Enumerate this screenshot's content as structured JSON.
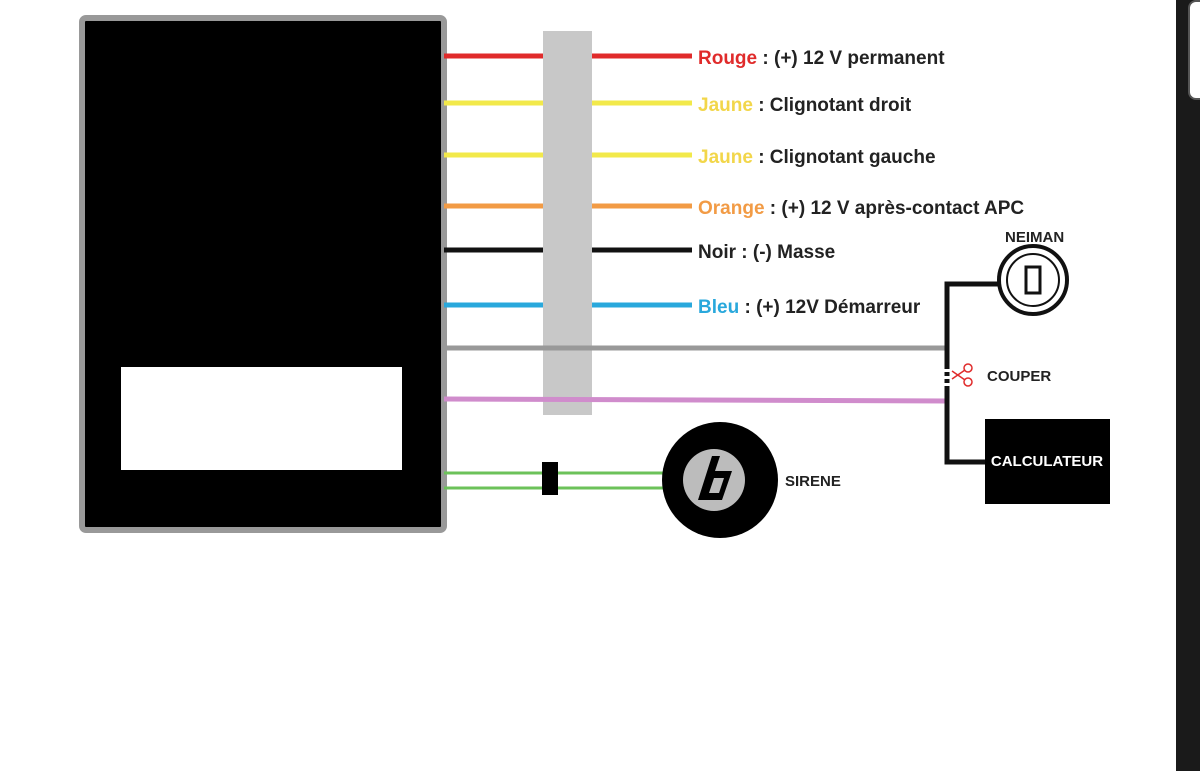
{
  "wires": [
    {
      "color_name": "Rouge",
      "description": " : (+) 12 V permanent",
      "color": "#e02b2b"
    },
    {
      "color_name": "Jaune",
      "description": " : Clignotant droit",
      "color": "#f2e94a"
    },
    {
      "color_name": "Jaune",
      "description": " : Clignotant gauche",
      "color": "#f2e94a"
    },
    {
      "color_name": "Orange",
      "description": " : (+) 12 V  après-contact APC",
      "color": "#f29b45"
    },
    {
      "color_name": "Noir",
      "description": " : (-) Masse",
      "color": "#111111"
    },
    {
      "color_name": "Bleu",
      "description": " : (+) 12V Démarreur",
      "color": "#29a8dc"
    }
  ],
  "label_colors": {
    "Rouge": "#e02b2b",
    "Jaune": "#f2d64a",
    "Orange": "#f29b45",
    "Noir": "#222222",
    "Bleu": "#29a8dc"
  },
  "other_wires": {
    "gray": "#999999",
    "purple": "#d08ccc",
    "green": "#6cc25a"
  },
  "components": {
    "neiman": "NEIMAN",
    "couper": "COUPER",
    "calculateur": "CALCULATEUR",
    "sirene": "SIRENE"
  },
  "icons": {
    "neiman": "ignition-lock-icon",
    "couper": "scissors-icon",
    "sirene": "siren-icon"
  }
}
